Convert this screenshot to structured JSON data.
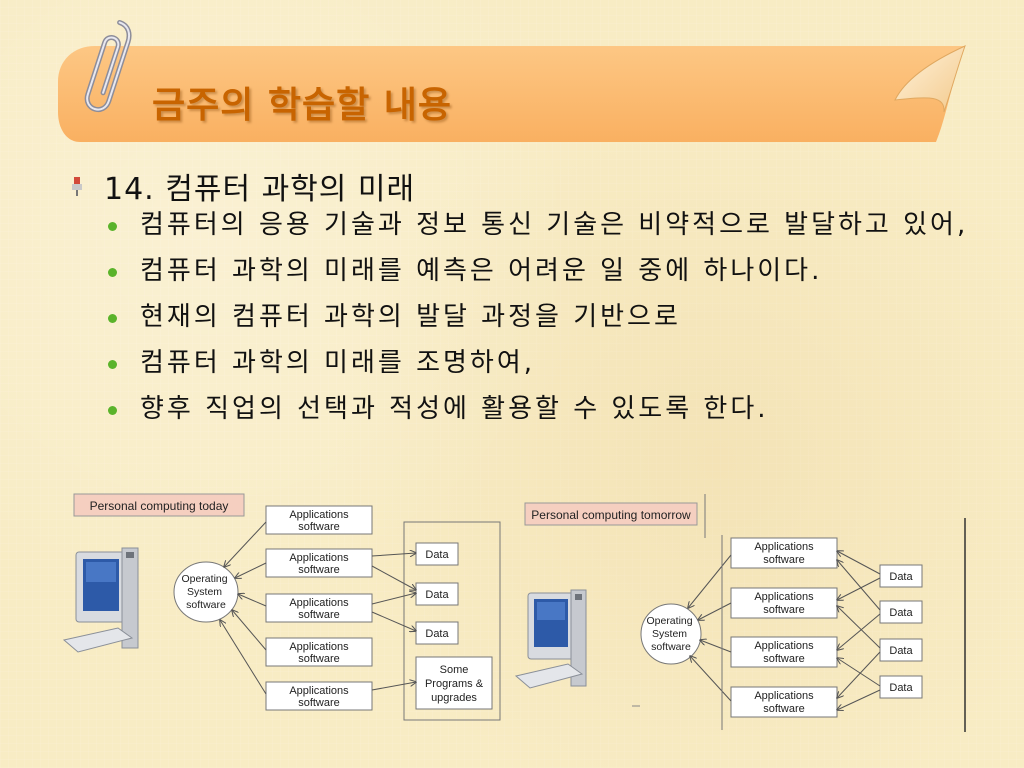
{
  "slide": {
    "title": "금주의 학습할 내용",
    "section": "14. 컴퓨터 과학의 미래",
    "bullets": [
      "컴퓨터의 응용 기술과 정보 통신 기술은 비약적으로 발달하고 있어,",
      "컴퓨터 과학의 미래를 예측은 어려운 일 중에 하나이다.",
      "현재의 컴퓨터 과학의 발달 과정을 기반으로",
      "컴퓨터 과학의 미래를 조명하여,",
      "향후 직업의 선택과 적성에 활용할 수 있도록 한다."
    ]
  },
  "diagram_today": {
    "label": "Personal computing today",
    "os": [
      "Operating",
      "System",
      "software"
    ],
    "apps": [
      [
        "Applications",
        "software"
      ],
      [
        "Applications",
        "software"
      ],
      [
        "Applications",
        "software"
      ],
      [
        "Applications",
        "software"
      ],
      [
        "Applications",
        "software"
      ]
    ],
    "data": [
      "Data",
      "Data",
      "Data"
    ],
    "programs": [
      "Some",
      "Programs &",
      "upgrades"
    ]
  },
  "diagram_tomorrow": {
    "label": "Personal computing tomorrow",
    "os": [
      "Operating",
      "System",
      "software"
    ],
    "apps": [
      [
        "Applications",
        "software"
      ],
      [
        "Applications",
        "software"
      ],
      [
        "Applications",
        "software"
      ],
      [
        "Applications",
        "software"
      ]
    ],
    "data": [
      "Data",
      "Data",
      "Data",
      "Data"
    ]
  },
  "colors": {
    "title": "#c86400",
    "banner": "#fbbd72",
    "bullet_dot": "#5ab32a",
    "label_box": "#f5cfc0"
  }
}
